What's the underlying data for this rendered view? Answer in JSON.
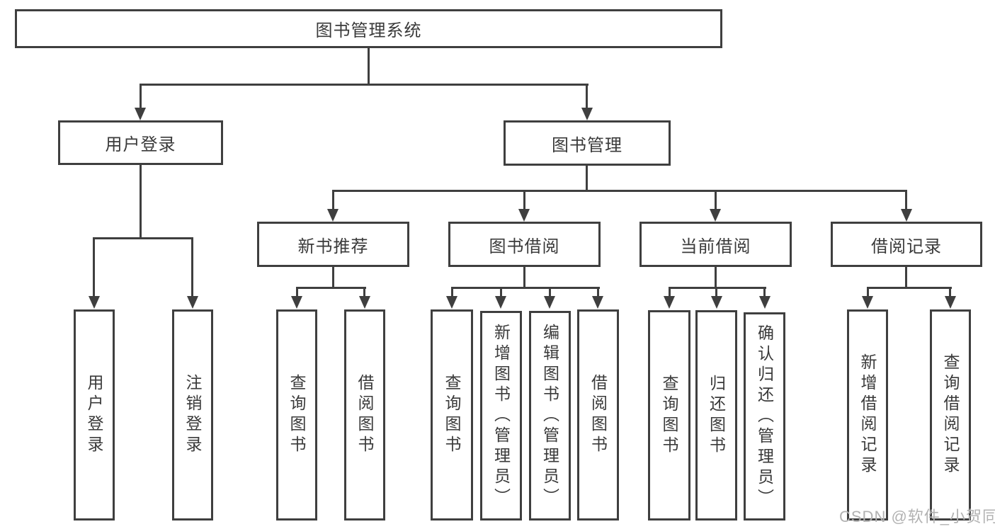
{
  "diagram": {
    "title": "图书管理系统",
    "children": [
      {
        "label": "用户登录",
        "children": [
          {
            "label": "用户登录"
          },
          {
            "label": "注销登录"
          }
        ]
      },
      {
        "label": "图书管理",
        "children": [
          {
            "label": "新书推荐",
            "children": [
              {
                "label": "查询图书"
              },
              {
                "label": "借阅图书"
              }
            ]
          },
          {
            "label": "图书借阅",
            "children": [
              {
                "label": "查询图书"
              },
              {
                "label": "新增图书（管理员）"
              },
              {
                "label": "编辑图书（管理员）"
              },
              {
                "label": "借阅图书"
              }
            ]
          },
          {
            "label": "当前借阅",
            "children": [
              {
                "label": "查询图书"
              },
              {
                "label": "归还图书"
              },
              {
                "label": "确认归还（管理员）"
              }
            ]
          },
          {
            "label": "借阅记录",
            "children": [
              {
                "label": "新增借阅记录"
              },
              {
                "label": "查询借阅记录"
              }
            ]
          }
        ]
      }
    ]
  },
  "watermark": {
    "text": "CSDN @软件_小贺同学"
  },
  "colors": {
    "line": "#3f3f3f",
    "text": "#3a3a3a",
    "watermark": "#b2b2b2",
    "background": "#ffffff"
  }
}
